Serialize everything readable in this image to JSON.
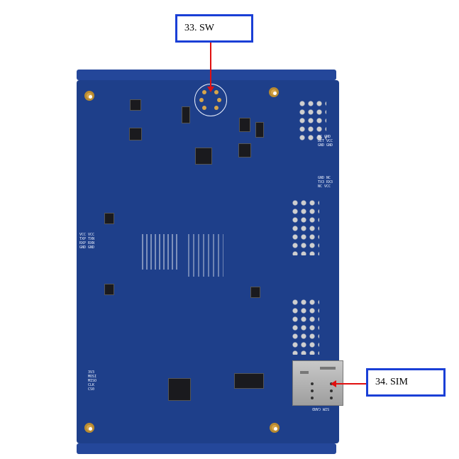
{
  "callouts": [
    {
      "label": "33. SW",
      "target": "switch"
    },
    {
      "label": "34. SIM",
      "target": "sim-card-slot"
    }
  ],
  "silkscreen": {
    "right_top": [
      "NC  GND",
      "DET VCC",
      "GND GND"
    ],
    "right_mid": [
      "GND NC",
      "TX3 RX3",
      "NC  VCC"
    ],
    "left_pins": [
      "VCC VCC",
      "TXP TXN",
      "RXP RXN",
      "GND GND"
    ],
    "left_bottom": [
      "3V3",
      "MOSI",
      "MISO",
      "CLK",
      "CS0"
    ],
    "sim_label": "SIM CARD"
  },
  "colors": {
    "board": "#1e3f8a",
    "callout_border": "#1a3fd6",
    "arrow": "#e01010"
  }
}
